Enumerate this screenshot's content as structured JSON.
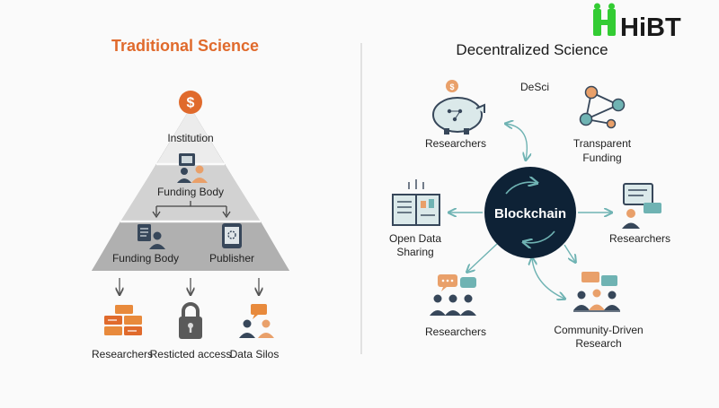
{
  "brand": {
    "logo_text": "HiBT",
    "accent_color": "#33cc33"
  },
  "left_panel": {
    "title": "Traditional Science",
    "title_color": "#e06a2c",
    "pyramid": {
      "top_icon": "dollar-coin-icon",
      "tiers": [
        {
          "label": "Institution"
        },
        {
          "label": "Funding Body",
          "icon": "people-at-desk-icon"
        },
        {
          "left_label": "Funding Body",
          "left_icon": "person-with-document-icon",
          "right_label": "Publisher",
          "right_icon": "tablet-icon"
        }
      ]
    },
    "outputs": [
      {
        "label": "Researchers",
        "icon": "stacked-boxes-icon"
      },
      {
        "label": "Resticted access",
        "icon": "padlock-icon"
      },
      {
        "label": "Data Silos",
        "icon": "people-talking-icon"
      }
    ]
  },
  "right_panel": {
    "title": "Decentralized Science",
    "subtitle": "DeSci",
    "hub": {
      "label": "Blockchain",
      "color": "#0e2236"
    },
    "nodes": [
      {
        "id": "top-left",
        "label_lines": [
          "Researchers"
        ],
        "icon": "piggy-bank-icon"
      },
      {
        "id": "top-right",
        "label_lines": [
          "Transparent",
          "Funding"
        ],
        "icon": "network-nodes-icon"
      },
      {
        "id": "left",
        "label_lines": [
          "Open Data",
          "Sharing"
        ],
        "icon": "open-book-icon"
      },
      {
        "id": "right",
        "label_lines": [
          "Researchers"
        ],
        "icon": "person-at-screen-icon"
      },
      {
        "id": "bottom-left",
        "label_lines": [
          "Researchers"
        ],
        "icon": "people-chat-icon"
      },
      {
        "id": "bottom-right",
        "label_lines": [
          "Community-Driven",
          "Research"
        ],
        "icon": "community-group-icon"
      }
    ]
  }
}
